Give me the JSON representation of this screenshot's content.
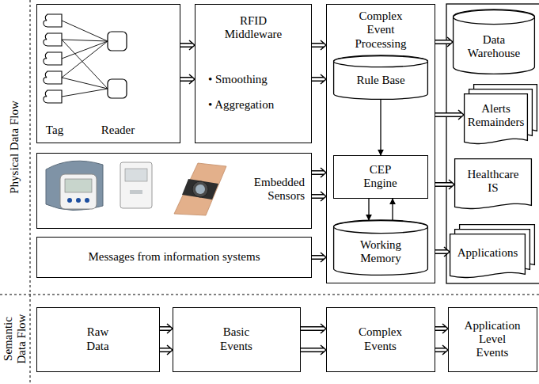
{
  "diagram": {
    "nodes": [
      {
        "text": [
          "Tag",
          "Reader"
        ]
      },
      {
        "text": [
          "RFID Middleware",
          "• Smoothing",
          "• Aggregation"
        ]
      },
      {
        "text": [
          "Embedded Sensors"
        ]
      },
      {
        "text": [
          "Messages from information systems"
        ]
      },
      {
        "text": [
          "Complex Event Processing"
        ]
      },
      {
        "text": [
          "Rule Base"
        ],
        "in": 4
      },
      {
        "text": [
          "CEP Engine"
        ],
        "in": 4
      },
      {
        "text": [
          "Working Memory"
        ],
        "in": 4
      },
      {
        "text": [
          "Data Warehouse"
        ]
      },
      {
        "text": [
          "Alerts Remainders"
        ]
      },
      {
        "text": [
          "Healthcare IS"
        ]
      },
      {
        "text": [
          "Applications"
        ]
      },
      {
        "text": [
          "Raw Data"
        ]
      },
      {
        "text": [
          "Basic Events"
        ]
      },
      {
        "text": [
          "Complex Events"
        ]
      },
      {
        "text": [
          "Application Level Events"
        ]
      }
    ],
    "edges": [
      {
        "from": 0,
        "to": 1,
        "arrow": "to"
      },
      {
        "from": 0,
        "to": 1,
        "arrow": "to"
      },
      {
        "from": 1,
        "to": 4,
        "arrow": "to"
      },
      {
        "from": 1,
        "to": 4,
        "arrow": "to"
      },
      {
        "from": 2,
        "to": 4,
        "arrow": "to"
      },
      {
        "from": 2,
        "to": 4,
        "arrow": "to"
      },
      {
        "from": 3,
        "to": 4,
        "arrow": "to"
      },
      {
        "from": 4,
        "to": 8,
        "arrow": "to"
      },
      {
        "from": 4,
        "to": 9,
        "arrow": "to"
      },
      {
        "from": 4,
        "to": 10,
        "arrow": "to"
      },
      {
        "from": 4,
        "to": 11,
        "arrow": "to"
      },
      {
        "from": 5,
        "to": 6,
        "arrow": "to"
      },
      {
        "from": 6,
        "to": 7,
        "arrow": "to"
      },
      {
        "from": 7,
        "to": 6,
        "arrow": "to"
      },
      {
        "from": 12,
        "to": 13,
        "arrow": "to"
      },
      {
        "from": 12,
        "to": 13,
        "arrow": "to"
      },
      {
        "from": 13,
        "to": 14,
        "arrow": "to"
      },
      {
        "from": 13,
        "to": 14,
        "arrow": "to"
      },
      {
        "from": 14,
        "to": 15,
        "arrow": "to"
      },
      {
        "from": 14,
        "to": 15,
        "arrow": "to"
      }
    ],
    "labels": [
      "Physical Data Flow",
      "Semantic Data Flow"
    ]
  }
}
